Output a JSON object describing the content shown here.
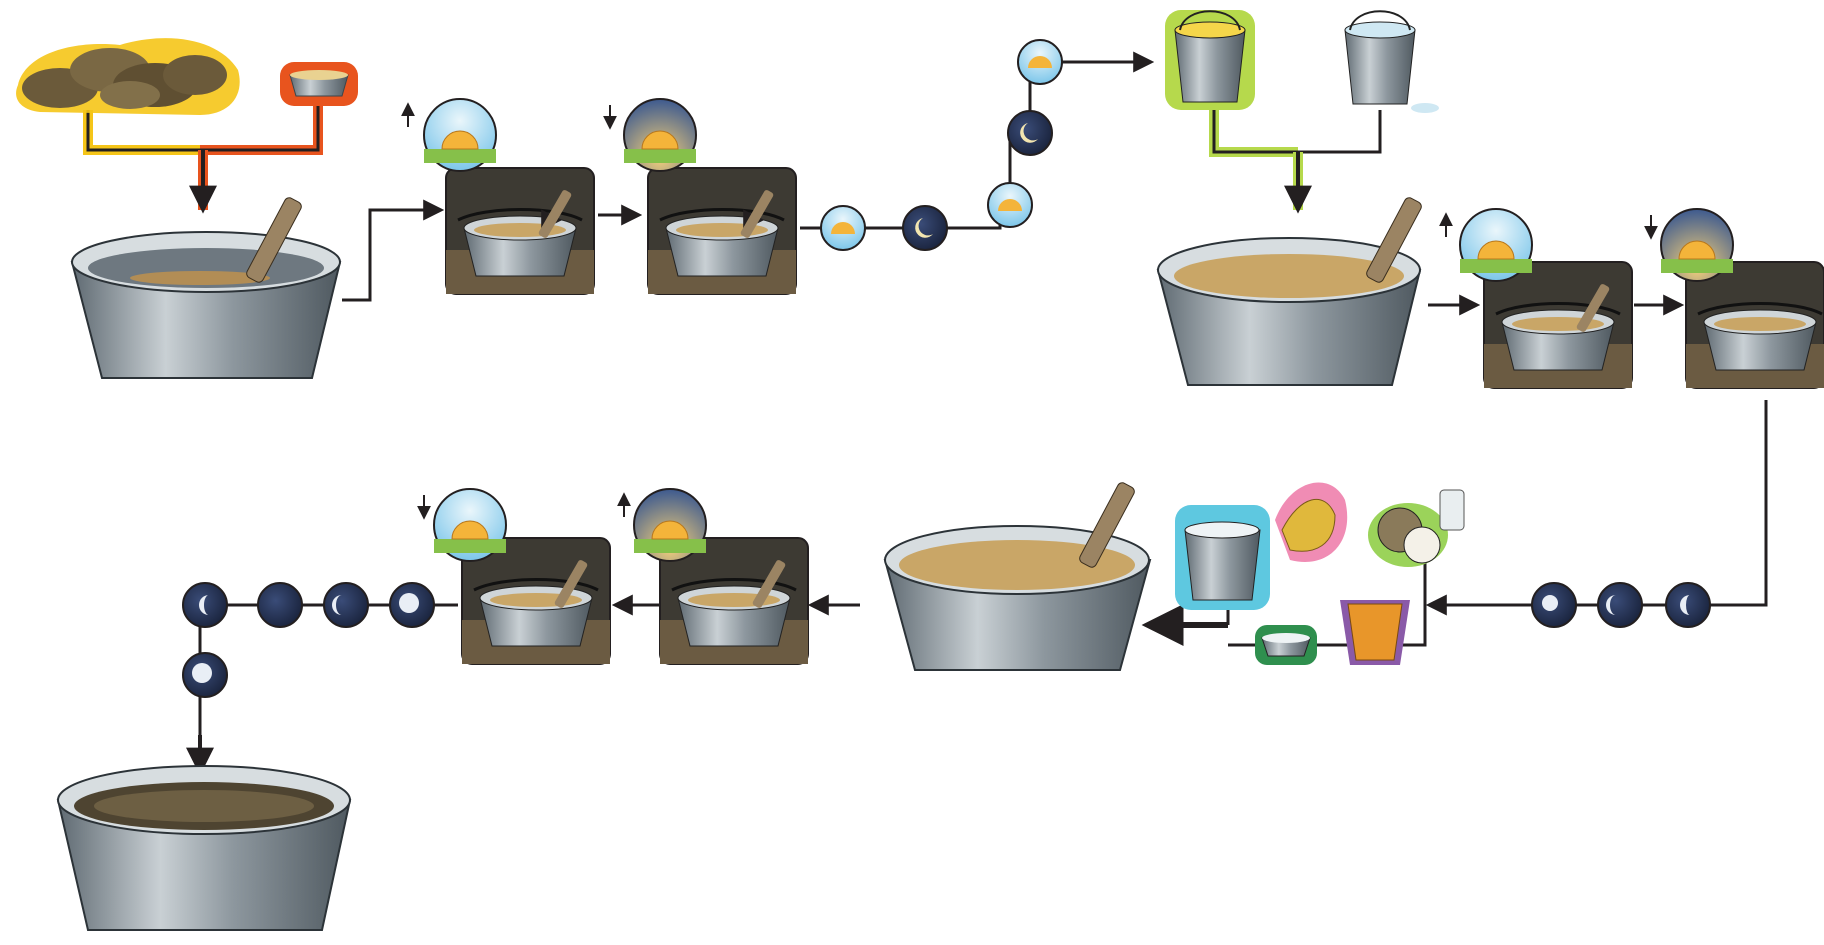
{
  "diagram": {
    "kind": "illustrated-process-flow",
    "colors": {
      "steel": "#9aa4ab",
      "steel_dark": "#5c666d",
      "paste": "#c9a667",
      "stone": "#6b5a3a",
      "wood": "#9b8463",
      "arrow": "#231f20",
      "highlight_orange": "#e8541e",
      "highlight_yellow": "#f5c518",
      "highlight_green": "#b6d94c",
      "highlight_cyan": "#5ec8e0",
      "highlight_pink": "#f08cb4",
      "highlight_lime": "#9bd35a",
      "highlight_purple": "#8a5aa8",
      "highlight_darkgreen": "#2f8f4e",
      "night": "#1f2b4a",
      "day_sky": "#7cc6ea",
      "sun": "#f4b43a"
    },
    "stages": [
      {
        "id": "stone-heap-yellow",
        "icon": "stone-heap-icon"
      },
      {
        "id": "small-bowl-orange",
        "icon": "small-bowl-icon"
      },
      {
        "id": "mixing-basin-1",
        "icon": "basin-with-paddle-icon"
      },
      {
        "id": "stir-sunrise-1",
        "icon": "stirring-basin-sunrise-icon"
      },
      {
        "id": "stir-sunset-1",
        "icon": "stirring-basin-sunset-icon"
      },
      {
        "id": "day-night-cycle-1",
        "icon": "sun-moon-cycle-icon"
      },
      {
        "id": "bucket-yellow-liquid",
        "icon": "bucket-icon"
      },
      {
        "id": "bucket-water",
        "icon": "bucket-icon"
      },
      {
        "id": "mixing-basin-2",
        "icon": "basin-with-paddle-icon"
      },
      {
        "id": "stir-sunrise-2",
        "icon": "stirring-basin-sunrise-icon"
      },
      {
        "id": "stir-sunset-2",
        "icon": "stirring-basin-sunset-icon"
      },
      {
        "id": "three-nights",
        "icon": "moon-phase-icon"
      },
      {
        "id": "ingredients-cluster",
        "icon": "bucket-banana-coconut-jelly-icon"
      },
      {
        "id": "mixing-basin-3",
        "icon": "basin-with-paddle-icon"
      },
      {
        "id": "stir-sunrise-3",
        "icon": "stirring-basin-sunrise-icon"
      },
      {
        "id": "stir-sunset-3",
        "icon": "stirring-basin-sunset-icon"
      },
      {
        "id": "five-nights",
        "icon": "moon-phase-icon"
      },
      {
        "id": "final-basin",
        "icon": "basin-dark-paste-icon"
      }
    ]
  }
}
